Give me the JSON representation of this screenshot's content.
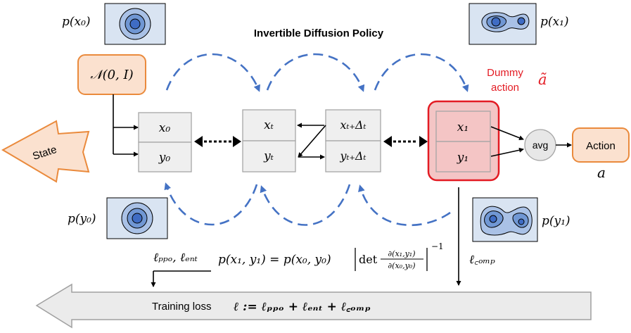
{
  "title": "Invertible Diffusion Policy",
  "noise_box": "𝒩(0, I)",
  "state_label": "State",
  "blocks": {
    "b0": {
      "top": "x₀",
      "bottom": "y₀"
    },
    "bt": {
      "top": "xₜ",
      "bottom": "yₜ"
    },
    "btd": {
      "top": "xₜ₊Δₜ",
      "bottom": "yₜ₊Δₜ"
    },
    "b1": {
      "top": "x₁",
      "bottom": "y₁"
    }
  },
  "dummy_action": {
    "line1": "Dummy",
    "line2": "action",
    "symbol": "ã"
  },
  "avg_label": "avg",
  "action_label": "Action",
  "action_symbol": "a",
  "dist_labels": {
    "px0": "p(x₀)",
    "px1": "p(x₁)",
    "py0": "p(y₀)",
    "py1": "p(y₁)"
  },
  "loss_labels": {
    "ppo_ent": "ℓₚₚₒ, ℓₑₙₜ",
    "comp": "ℓ꜀ₒₘₚ"
  },
  "density_formula": {
    "lhs": "p(x₁, y₁) = p(x₀, y₀)",
    "det": "det",
    "num": "∂(x₁,y₁)",
    "den": "∂(x₀,y₀)",
    "exp": "−1"
  },
  "training_loss": {
    "prefix": "Training loss",
    "formula": "ℓ := ℓₚₚₒ + ℓₑₙₜ + ℓ꜀ₒₘₚ"
  },
  "colors": {
    "orange_fill": "#fbe1cf",
    "orange_stroke": "#ea8a3c",
    "dashed_blue": "#4472c4",
    "red": "#e31b23",
    "red_fill": "#f4c5c5",
    "block_fill": "#efefef",
    "block_stroke": "#a6a6a6",
    "contour_fill": "#4472c4"
  }
}
